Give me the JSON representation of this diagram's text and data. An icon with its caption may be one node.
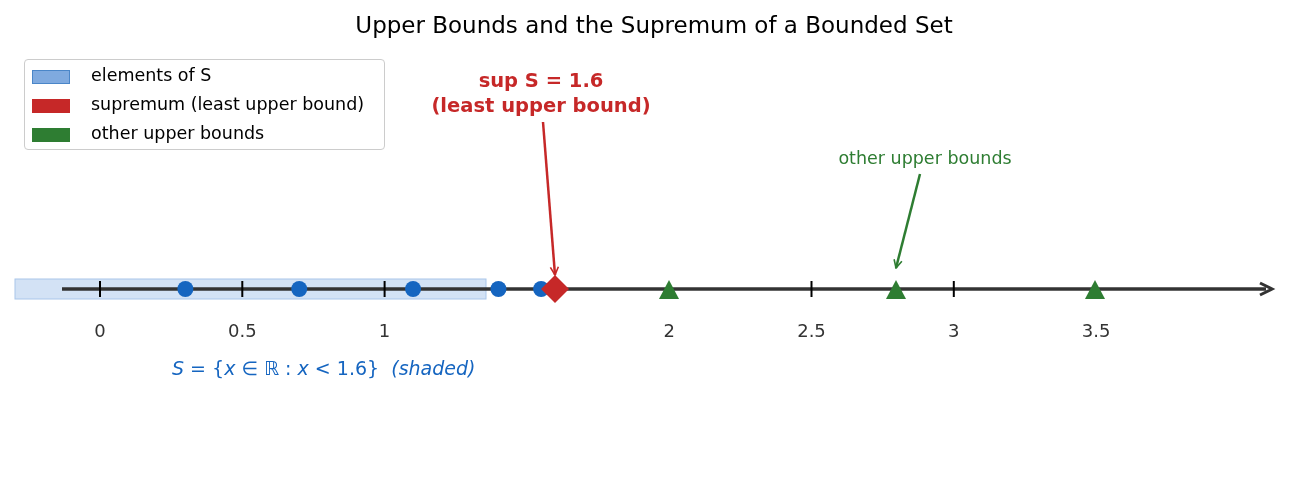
{
  "diagram": {
    "title": "Upper Bounds and the Supremum of a Bounded Set",
    "nodes": [
      {
        "text": [
          "sup S = 1.6",
          "(least upper bound)"
        ]
      },
      {
        "text": [],
        "shape": "diamond"
      },
      {
        "text": [],
        "shape": "triangle"
      },
      {
        "text": [
          "other upper bounds"
        ]
      },
      {
        "text": [],
        "shape": "triangle"
      },
      {
        "text": [],
        "shape": "triangle"
      }
    ],
    "edges": [
      {
        "from": 0,
        "to": 1,
        "arrow": "to",
        "color": "#c62828"
      },
      {
        "from": 3,
        "to": 4,
        "arrow": "to",
        "color": "#2e7d32"
      }
    ],
    "labels": [
      "0",
      "0.5",
      "1",
      "2",
      "2.5",
      "3",
      "3.5",
      "*S* = {*x* ∈ ℝ : *x* < 1.6}  *(shaded)*"
    ],
    "legend": [
      {
        "text": "elements of S",
        "color": "#7faadf"
      },
      {
        "text": "supremum (least upper bound)",
        "color": "#c62828"
      },
      {
        "text": "other upper bounds",
        "color": "#2e7d32"
      }
    ]
  }
}
